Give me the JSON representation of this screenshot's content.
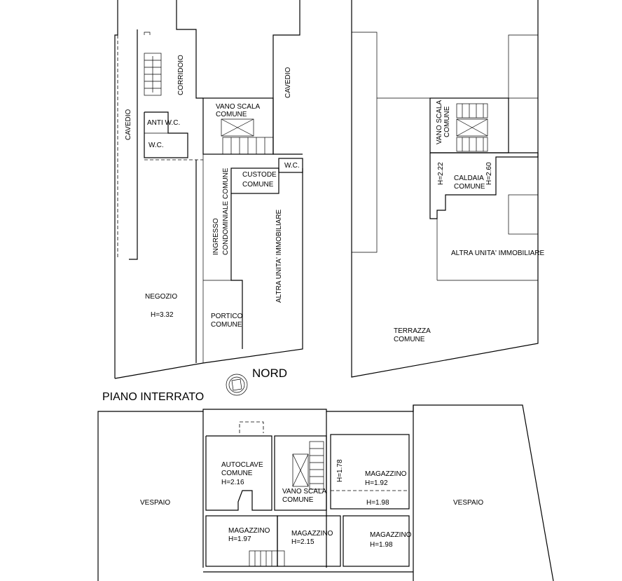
{
  "title": "PIANO INTERRATO",
  "north_label": "NORD",
  "upper_left": {
    "cavedio_1": "CAVEDIO",
    "corridoio": "CORRIDOIO",
    "anti_wc": "ANTI W.C.",
    "wc_1": "W.C.",
    "vano_scala": [
      "VANO SCALA",
      "COMUNE"
    ],
    "cavedio_2": "CAVEDIO",
    "custode": [
      "CUSTODE",
      "COMUNE"
    ],
    "wc_2": "W.C.",
    "ingresso": [
      "INGRESSO",
      "CONDOMINIALE COMUNE"
    ],
    "altra_unita": "ALTRA UNITA' IMMOBILIARE",
    "negozio": [
      "NEGOZIO",
      "H=3.32"
    ],
    "portico": [
      "PORTICO",
      "COMUNE"
    ]
  },
  "upper_right": {
    "vano_scala": [
      "VANO SCALA",
      "COMUNE"
    ],
    "h_left": "H=2.22",
    "h_right": "H=2.60",
    "caldaia": [
      "CALDAIA",
      "COMUNE"
    ],
    "altra_unita": "ALTRA UNITA' IMMOBILIARE",
    "terrazza": [
      "TERRAZZA",
      "COMUNE"
    ]
  },
  "basement": {
    "vespaio_left": "VESPAIO",
    "vespaio_right": "VESPAIO",
    "autoclave": [
      "AUTOCLAVE",
      "COMUNE",
      "H=2.16"
    ],
    "vano_scala": [
      "VANO SCALA",
      "COMUNE"
    ],
    "h_178": "H=1.78",
    "magazzino_192": [
      "MAGAZZINO",
      "H=1.92"
    ],
    "h_198": "H=1.98",
    "magazzino_197": [
      "MAGAZZINO",
      "H=1.97"
    ],
    "magazzino_215": [
      "MAGAZZINO",
      "H=2.15"
    ],
    "magazzino_198": [
      "MAGAZZINO",
      "H=1.98"
    ]
  }
}
